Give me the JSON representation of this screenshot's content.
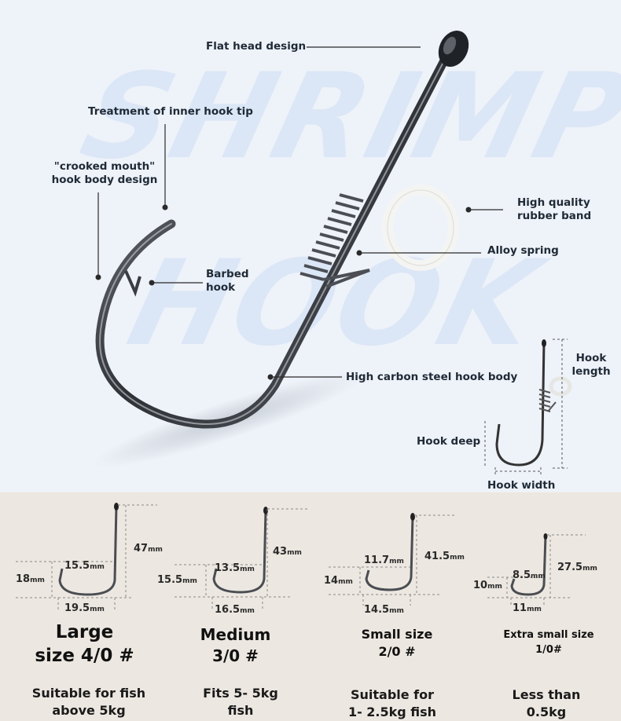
{
  "watermark": {
    "line1": "SHRIMP",
    "line2": "HOOK"
  },
  "features": {
    "flat_head": "Flat head design",
    "inner_tip": "Treatment of inner hook tip",
    "crooked_line1": "\"crooked mouth\"",
    "crooked_line2": "hook body design",
    "rubber_line1": "High quality",
    "rubber_line2": "rubber band",
    "alloy_spring": "Alloy spring",
    "barbed_line1": "Barbed",
    "barbed_line2": "hook",
    "steel_body": "High carbon steel hook body"
  },
  "dimension_diagram": {
    "length_line1": "Hook",
    "length_line2": "length",
    "deep": "Hook deep",
    "width": "Hook width"
  },
  "sizes": [
    {
      "len_val": "47",
      "deep_val": "18",
      "gap_val": "15.5",
      "width_val": "19.5",
      "unit": "mm",
      "title_line1": "Large",
      "title_line2": "size 4/0 #",
      "desc_line1": "Suitable for fish",
      "desc_line2": "above 5kg"
    },
    {
      "len_val": "43",
      "deep_val": "15.5",
      "gap_val": "13.5",
      "width_val": "16.5",
      "unit": "mm",
      "title_line1": "Medium",
      "title_line2": "3/0 #",
      "desc_line1": "Fits 5- 5kg",
      "desc_line2": "fish"
    },
    {
      "len_val": "41.5",
      "deep_val": "14",
      "gap_val": "11.7",
      "width_val": "14.5",
      "unit": "mm",
      "title_line1": "Small size",
      "title_line2": "2/0 #",
      "desc_line1": "Suitable for",
      "desc_line2": "1- 2.5kg fish"
    },
    {
      "len_val": "27.5",
      "deep_val": "10",
      "gap_val": "8.5",
      "width_val": "11",
      "unit": "mm",
      "title_line1": "Extra small size",
      "title_line2": "1/0#",
      "desc_line1": "Less than",
      "desc_line2": "0.5kg"
    }
  ],
  "colors": {
    "top_bg": "#eef2f9",
    "bottom_bg": "#ece7e0",
    "watermark": "#dbe6f6",
    "hook_metal": "#3a3d42",
    "rubber_band": "#f3f3f1"
  }
}
